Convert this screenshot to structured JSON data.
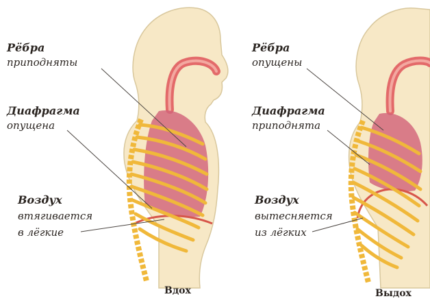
{
  "inhale": {
    "caption": "Вдох",
    "ribs": {
      "title": "Рёбра",
      "state": "приподняты"
    },
    "diaphragm": {
      "title": "Диафрагма",
      "state": "опущена"
    },
    "air": {
      "title": "Воздух",
      "line1": "втягивается",
      "line2": "в лёгкие"
    }
  },
  "exhale": {
    "caption": "Выдох",
    "ribs": {
      "title": "Рёбра",
      "state": "опущены"
    },
    "diaphragm": {
      "title": "Диафрагма",
      "state": "приподнята"
    },
    "air": {
      "title": "Воздух",
      "line1": "вытесняется",
      "line2": "из лёгких"
    }
  },
  "colors": {
    "body": "#f7e8c6",
    "body_outline": "#d8c79c",
    "bone": "#f0b83a",
    "lung": "#d2647a",
    "airway": "#e36a6a",
    "muscle": "#f19a94",
    "diaphragm": "#d7564a"
  }
}
